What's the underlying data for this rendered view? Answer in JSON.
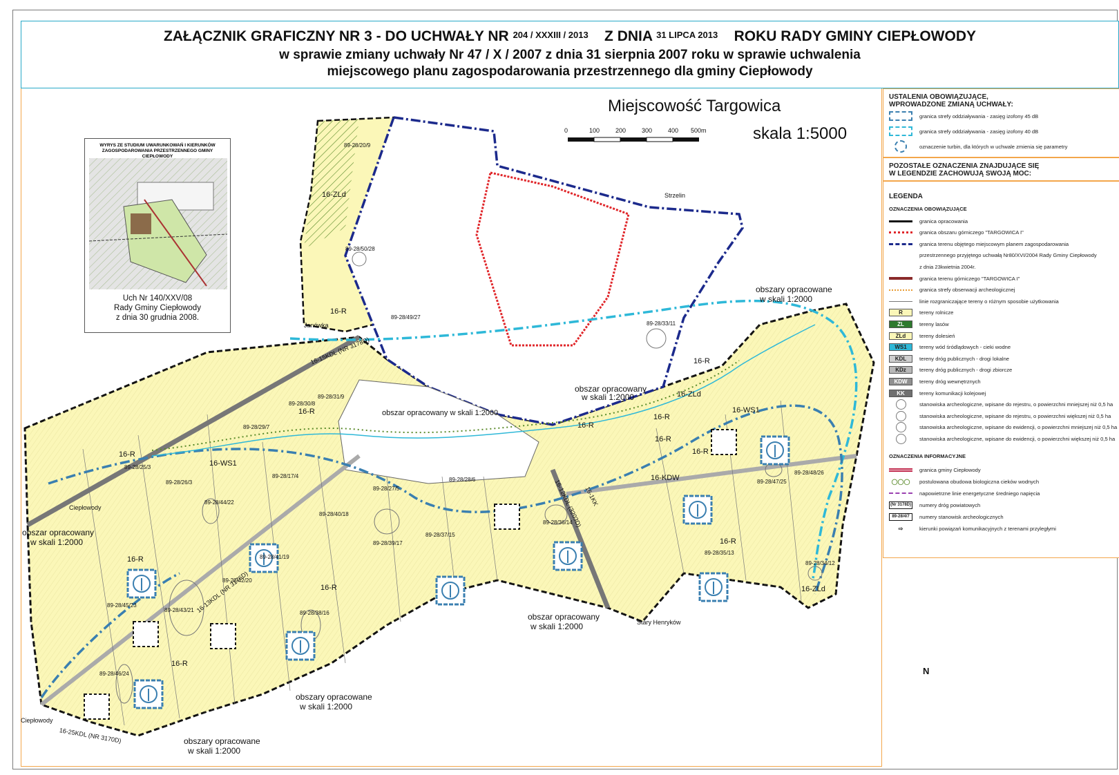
{
  "header": {
    "line1_a": "ZAŁĄCZNIK GRAFICZNY NR 3  -  DO UCHWAŁY NR",
    "line1_num": "204 / XXXIII / 2013",
    "line1_b": "Z DNIA",
    "line1_date": "31 LIPCA 2013",
    "line1_c": "ROKU  RADY GMINY CIEPŁOWODY",
    "line2": "w sprawie zmiany uchwały Nr 47 / X / 2007 z dnia 31 sierpnia 2007 roku w sprawie uchwalenia",
    "line3": "miejscowego planu zagospodarowania przestrzennego dla gminy Ciepłowody"
  },
  "map": {
    "place_title": "Miejscowość Targowica",
    "scale_text": "skala 1:5000",
    "scale_ticks": [
      "0",
      "100",
      "200",
      "300",
      "400",
      "500m"
    ],
    "places": {
      "strzelin": "Strzelin",
      "janowka": "Janówka",
      "cieplowody_w": "Ciepłowody",
      "cieplowody_sw": "Ciepłowody",
      "stary_henrykow": "Stary Henryków"
    },
    "callouts": {
      "a": "obszar opracowany w skali 1:2000",
      "b_1": "obszar opracowany",
      "b_2": "w skali 1:2000",
      "c_1": "obszary opracowane",
      "c_2": "w skali 1:2000",
      "d_1": "obszar opracowany",
      "d_2": "w skali 1:2000",
      "e_1": "obszar opracowany",
      "e_2": "w skali 1:2000",
      "f_1": "obszary opracowane",
      "f_2": "w skali 1:2000",
      "g_1": "obszary opracowane",
      "g_2": "w skali 1:2000"
    },
    "zones": {
      "z1": "16-ZLd",
      "z2": "16-R",
      "z3": "16-R",
      "z4": "16-R",
      "z5": "16-R",
      "z6": "16-R",
      "z7": "16-R",
      "z8": "16-R",
      "z9": "16-R",
      "z10": "16-R",
      "z11": "16-R",
      "z12": "16-ZLd",
      "z13": "16-WS1",
      "z14": "16-KDW",
      "z15": "16-WS1",
      "z16": "16-ZLd",
      "z17": "16-R",
      "z18": "16-R"
    },
    "roads": {
      "r1": "16-13KDL (NR 3176D)",
      "r2": "16-12KDL (3203D)",
      "r3": "16-15KDL (NR 3178D)",
      "r4": "16-25KDL (NR 3170D)",
      "r5": "16-1KK"
    },
    "sites": {
      "s1": "89-28/50/28",
      "s2": "89-28/49/27",
      "s3": "89-28/33/11",
      "s4": "89-28/31/9",
      "s5": "89-28/30/8",
      "s6": "89-28/29/7",
      "s7": "89-28/25/3",
      "s8": "89-28/26/3",
      "s9": "89-28/17/4",
      "s10": "89-28/44/22",
      "s11": "89-28/40/18",
      "s12": "89-28/27/5",
      "s13": "89-28/28/6",
      "s14": "89-28/37/15",
      "s15": "89-28/39/17",
      "s16": "89-28/36/14",
      "s17": "89-28/41/19",
      "s18": "89-28/42/20",
      "s19": "89-28/45/23",
      "s20": "89-28/43/21",
      "s21": "89-28/38/16",
      "s22": "89-28/46/24",
      "s23": "89-28/35/13",
      "s24": "89-28/47/25",
      "s25": "89-28/48/26",
      "s26": "89-28/34/12",
      "s27": "89-28/20/9"
    },
    "north": "N"
  },
  "inset": {
    "caption": "WYRYS ZE STUDIUM UWARUNKOWAŃ I KIERUNKÓW ZAGOSPODAROWANIA PRZESTRZENNEGO GMINY CIEPŁOWODY",
    "foot1": "Uch Nr 140/XXV/08",
    "foot2": "Rady Gminy Ciepłowody",
    "foot3": "z dnia 30 grudnia 2008."
  },
  "legend": {
    "box1_title1": "USTALENIA OBOWIĄZUJĄCE,",
    "box1_title2": "WPROWADZONE ZMIANĄ UCHWAŁY:",
    "box1_items": [
      "granica strefy oddziaływania - zasięg izofony 45 dB",
      "granica strefy oddziaływania - zasięg izofony 40 dB",
      "oznaczenie turbin, dla których w uchwale zmienia się parametry"
    ],
    "box2_title1": "POZOSTAŁE OZNACZENIA ZNAJDUJĄCE SIĘ",
    "box2_title2": "W LEGENDZIE ZACHOWUJĄ SWOJĄ MOC:",
    "legenda": "LEGENDA",
    "obowiazujace": "OZNACZENIA OBOWIĄZUJĄCE",
    "items": [
      {
        "sym": "",
        "text": "granica opracowania"
      },
      {
        "sym": "",
        "text": "granica obszaru górniczego \"TARGOWICA I\""
      },
      {
        "sym": "",
        "text": "granica terenu objętego miejscowym planem zagospodarowania"
      },
      {
        "sym": "",
        "text": "przestrzennego przyjętego uchwałą Nr80/XVI/2004 Rady Gminy Ciepłowody"
      },
      {
        "sym": "",
        "text": "z dnia 23kwietnia 2004r."
      },
      {
        "sym": "",
        "text": "granica terenu górniczego \"TARGOWICA I\""
      },
      {
        "sym": "",
        "text": "granica strefy obserwacji archeologicznej"
      },
      {
        "sym": "",
        "text": "linie rozgraniczające tereny o różnym sposobie użytkowania"
      },
      {
        "sym": "R",
        "text": "tereny rolnicze"
      },
      {
        "sym": "ZL",
        "text": "tereny lasów"
      },
      {
        "sym": "ZLd",
        "text": "tereny dolesień"
      },
      {
        "sym": "WS1",
        "text": "tereny wód śródlądowych - cieki wodne"
      },
      {
        "sym": "KDL",
        "text": "tereny dróg publicznych - drogi lokalne"
      },
      {
        "sym": "KDz",
        "text": "tereny dróg publicznych - drogi zbiorcze"
      },
      {
        "sym": "KDW",
        "text": "tereny dróg wewnętrznych"
      },
      {
        "sym": "KK",
        "text": "tereny komunikacji kolejowej"
      },
      {
        "sym": "",
        "text": "stanowiska archeologiczne, wpisane do rejestru, o powierzchni mniejszej niż 0,5 ha"
      },
      {
        "sym": "",
        "text": "stanowiska archeologiczne, wpisane do rejestru, o powierzchni większej niż 0,5 ha"
      },
      {
        "sym": "",
        "text": "stanowiska archeologiczne, wpisane do ewidencji, o powierzchni mniejszej niż 0,5 ha"
      },
      {
        "sym": "",
        "text": "stanowiska archeologiczne, wpisane do ewidencji, o powierzchni większej niż 0,5 ha"
      }
    ],
    "informacyjne": "OZNACZENIA INFORMACYJNE",
    "info_items": [
      {
        "sym": "",
        "text": "granica gminy Ciepłowody"
      },
      {
        "sym": "",
        "text": "postulowana obudowa biologiczna cieków wodnych"
      },
      {
        "sym": "",
        "text": "napowietrzne linie energetyczne średniego napięcia"
      },
      {
        "sym": "(Nr 3178D)",
        "text": "numery dróg powiatowych"
      },
      {
        "sym": "89-28/4/7",
        "text": "numery stanowisk archeologicznych"
      },
      {
        "sym": "",
        "text": "kierunki powiązań komunikacyjnych z terenami przyległymi"
      }
    ]
  },
  "colors": {
    "field": "#fbf7b8",
    "forest_hatch": "#5a8a2a",
    "mining_red": "#e0262a",
    "plan_blue": "#1c2a8c",
    "noise_45": "#3a7fb0",
    "noise_40": "#2eb8d8",
    "road_grey": "#9a9a9a",
    "accent_border": "#f3a64a"
  }
}
